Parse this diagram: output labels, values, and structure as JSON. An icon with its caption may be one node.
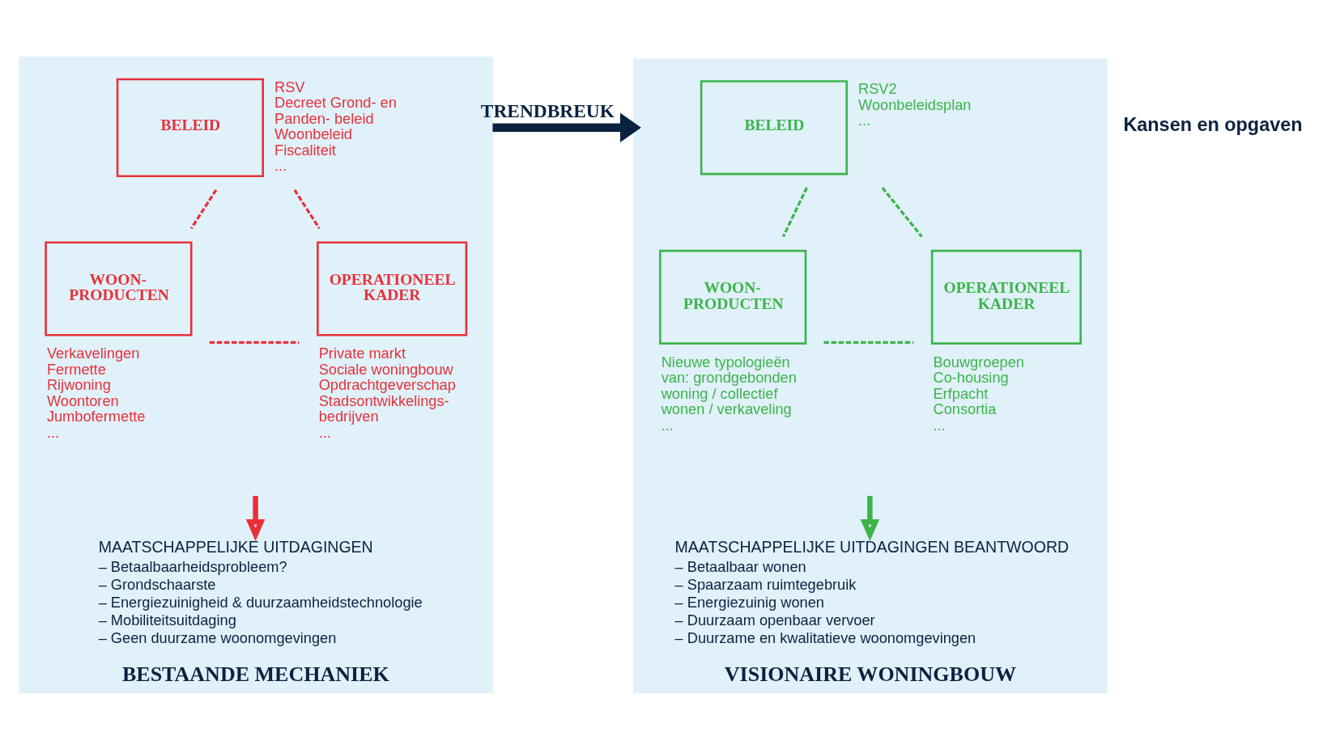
{
  "diagram": {
    "nodes": [
      {
        "text": [
          "BESTAANDE MECHANIEK"
        ]
      },
      {
        "text": [
          "BELEID"
        ],
        "in": 0,
        "beside": [
          "RSV",
          "Decreet Grond- en Panden- beleid",
          "Woonbeleid",
          "Fiscaliteit",
          "..."
        ]
      },
      {
        "text": [
          "WOON- PRODUCTEN"
        ],
        "in": 0,
        "beside": [
          "Verkavelingen",
          "Fermette",
          "Rijwoning",
          "Woontoren",
          "Jumbofermette",
          "..."
        ]
      },
      {
        "text": [
          "OPERATIONEEL KADER"
        ],
        "in": 0,
        "beside": [
          "Private markt",
          "Sociale woningbouw",
          "Opdrachtgeverschap",
          "Stadsontwikkelings- bedrijven",
          "..."
        ]
      },
      {
        "text": [
          "MAATSCHAPPELIJKE UITDAGINGEN",
          "– Betaalbaarheidsprobleem?",
          "– Grondschaarste",
          "– Energiezuinigheid & duurzaamheidstechnologie",
          "– Mobiliteitsuitdaging",
          "– Geen duurzame woonomgevingen"
        ],
        "in": 0
      },
      {
        "text": [
          "VISIONAIRE WONINGBOUW"
        ]
      },
      {
        "text": [
          "BELEID"
        ],
        "in": 5,
        "beside": [
          "RSV2",
          "Woonbeleidsplan",
          "..."
        ]
      },
      {
        "text": [
          "WOON- PRODUCTEN"
        ],
        "in": 5,
        "beside": [
          "Nieuwe typologieën van: grondgebonden woning / collectief wonen / verkaveling",
          "..."
        ]
      },
      {
        "text": [
          "OPERATIONEEL KADER"
        ],
        "in": 5,
        "beside": [
          "Bouwgroepen",
          "Co-housing",
          "Erfpacht",
          "Consortia",
          "..."
        ]
      },
      {
        "text": [
          "MAATSCHAPPELIJKE UITDAGINGEN BEANTWOORD",
          "– Betaalbaar wonen",
          "– Spaarzaam ruimtegebruik",
          "– Energiezuinig wonen",
          "– Duurzaam openbaar vervoer",
          "– Duurzame en kwalitatieve woonomgevingen"
        ],
        "in": 5
      }
    ],
    "edges": [
      {
        "from": 1,
        "to": 2,
        "arrow": "none",
        "style": "dashed",
        "color": "#e8303a"
      },
      {
        "from": 1,
        "to": 3,
        "arrow": "none",
        "style": "dashed",
        "color": "#e8303a"
      },
      {
        "from": 2,
        "to": 3,
        "arrow": "none",
        "style": "dashed",
        "color": "#e8303a"
      },
      {
        "from": null,
        "to": 4,
        "arrow": "to",
        "style": "thick",
        "color": "#e8303a"
      },
      {
        "from": 0,
        "to": 5,
        "arrow": "to",
        "label": "TRENDBREUK",
        "style": "thick",
        "color": "#0a2240"
      },
      {
        "from": 6,
        "to": 7,
        "arrow": "none",
        "style": "dashed",
        "color": "#3cb44b"
      },
      {
        "from": 6,
        "to": 8,
        "arrow": "none",
        "style": "dashed",
        "color": "#3cb44b"
      },
      {
        "from": 7,
        "to": 8,
        "arrow": "none",
        "style": "dashed",
        "color": "#3cb44b"
      },
      {
        "from": null,
        "to": 9,
        "arrow": "to",
        "style": "thick",
        "color": "#3cb44b"
      }
    ],
    "labels": [
      "Kansen en opgaven"
    ]
  }
}
